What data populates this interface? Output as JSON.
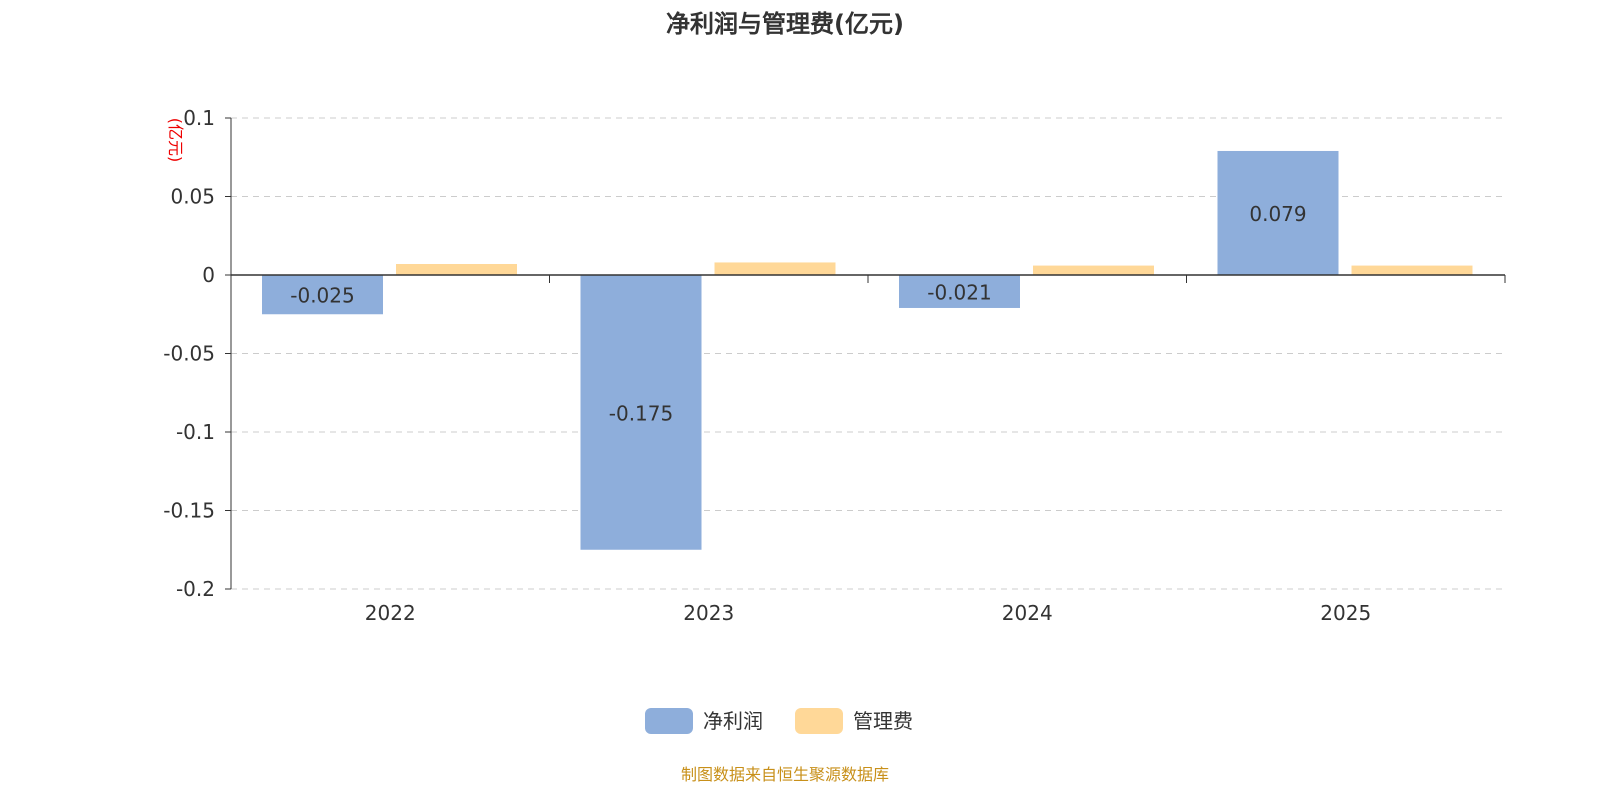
{
  "chart_data": {
    "type": "bar",
    "title": "净利润与管理费(亿元)",
    "ylabel": "(亿元)",
    "categories": [
      "2022",
      "2023",
      "2024",
      "2025"
    ],
    "series": [
      {
        "name": "净利润",
        "color": "#8eaedb",
        "values": [
          -0.025,
          -0.175,
          -0.021,
          0.079
        ],
        "labels": [
          "-0.025",
          "-0.175",
          "-0.021",
          "0.079"
        ]
      },
      {
        "name": "管理费",
        "color": "#ffd898",
        "values": [
          0.007,
          0.008,
          0.006,
          0.006
        ]
      }
    ],
    "ylim": [
      -0.2,
      0.1
    ],
    "yticks": [
      0.1,
      0.05,
      0,
      -0.05,
      -0.1,
      -0.15,
      -0.2
    ],
    "ytick_labels": [
      "0.1",
      "0.05",
      "0",
      "-0.05",
      "-0.1",
      "-0.15",
      "-0.2"
    ],
    "grid": true,
    "legend": "bottom-center"
  },
  "footer": "制图数据来自恒生聚源数据库"
}
